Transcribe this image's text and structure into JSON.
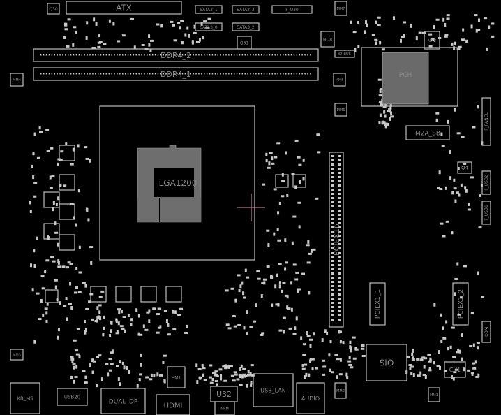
{
  "viewer": {
    "title": "Boardview",
    "background": "#000000",
    "outline_color": "#bdbdbd",
    "cursor_color": "#d89aa8"
  },
  "labels": {
    "atx": "ATX",
    "q30": "Q30",
    "sata3_1": "SATA3_1",
    "sata3_3": "SATA3_3",
    "sata3_0": "SATA3_0",
    "sata3_2": "SATA3_2",
    "f_usb30": "F_U30",
    "mm7": "MM7",
    "nq8": "NQ8",
    "nx2": "NX2",
    "q31": "Q31",
    "ddr4_2": "DDR4_2",
    "ddr4_1": "DDR4_1",
    "mm4": "MM4",
    "mm5": "MM5",
    "mm6": "MM6",
    "smbus": "SMBUS",
    "pch": "PCH",
    "cpu": "LGA1200",
    "m2a_sb": "M2A_SB",
    "f_panel": "F_PANEL",
    "q4": "Q4",
    "f_usb2": "F_USB2",
    "f_usb1": "F_USB1",
    "pciex16": "PCIEX16",
    "pciex1_1": "PCIEX1_1",
    "pciex1_2": "PCIEX1_2",
    "com": "COM",
    "sio": "SIO",
    "cu1": "CU1",
    "mm1": "MM1",
    "mm2": "MM2",
    "mm3": "MM3",
    "audio": "AUDIO",
    "usb_lan": "USB_LAN",
    "u32": "U32",
    "nrm": "NRM",
    "hdmi": "HDMI",
    "hm1": "HM1",
    "dual_dp": "DUAL_DP",
    "usb20": "USB20",
    "kb_ms": "KB_MS"
  }
}
